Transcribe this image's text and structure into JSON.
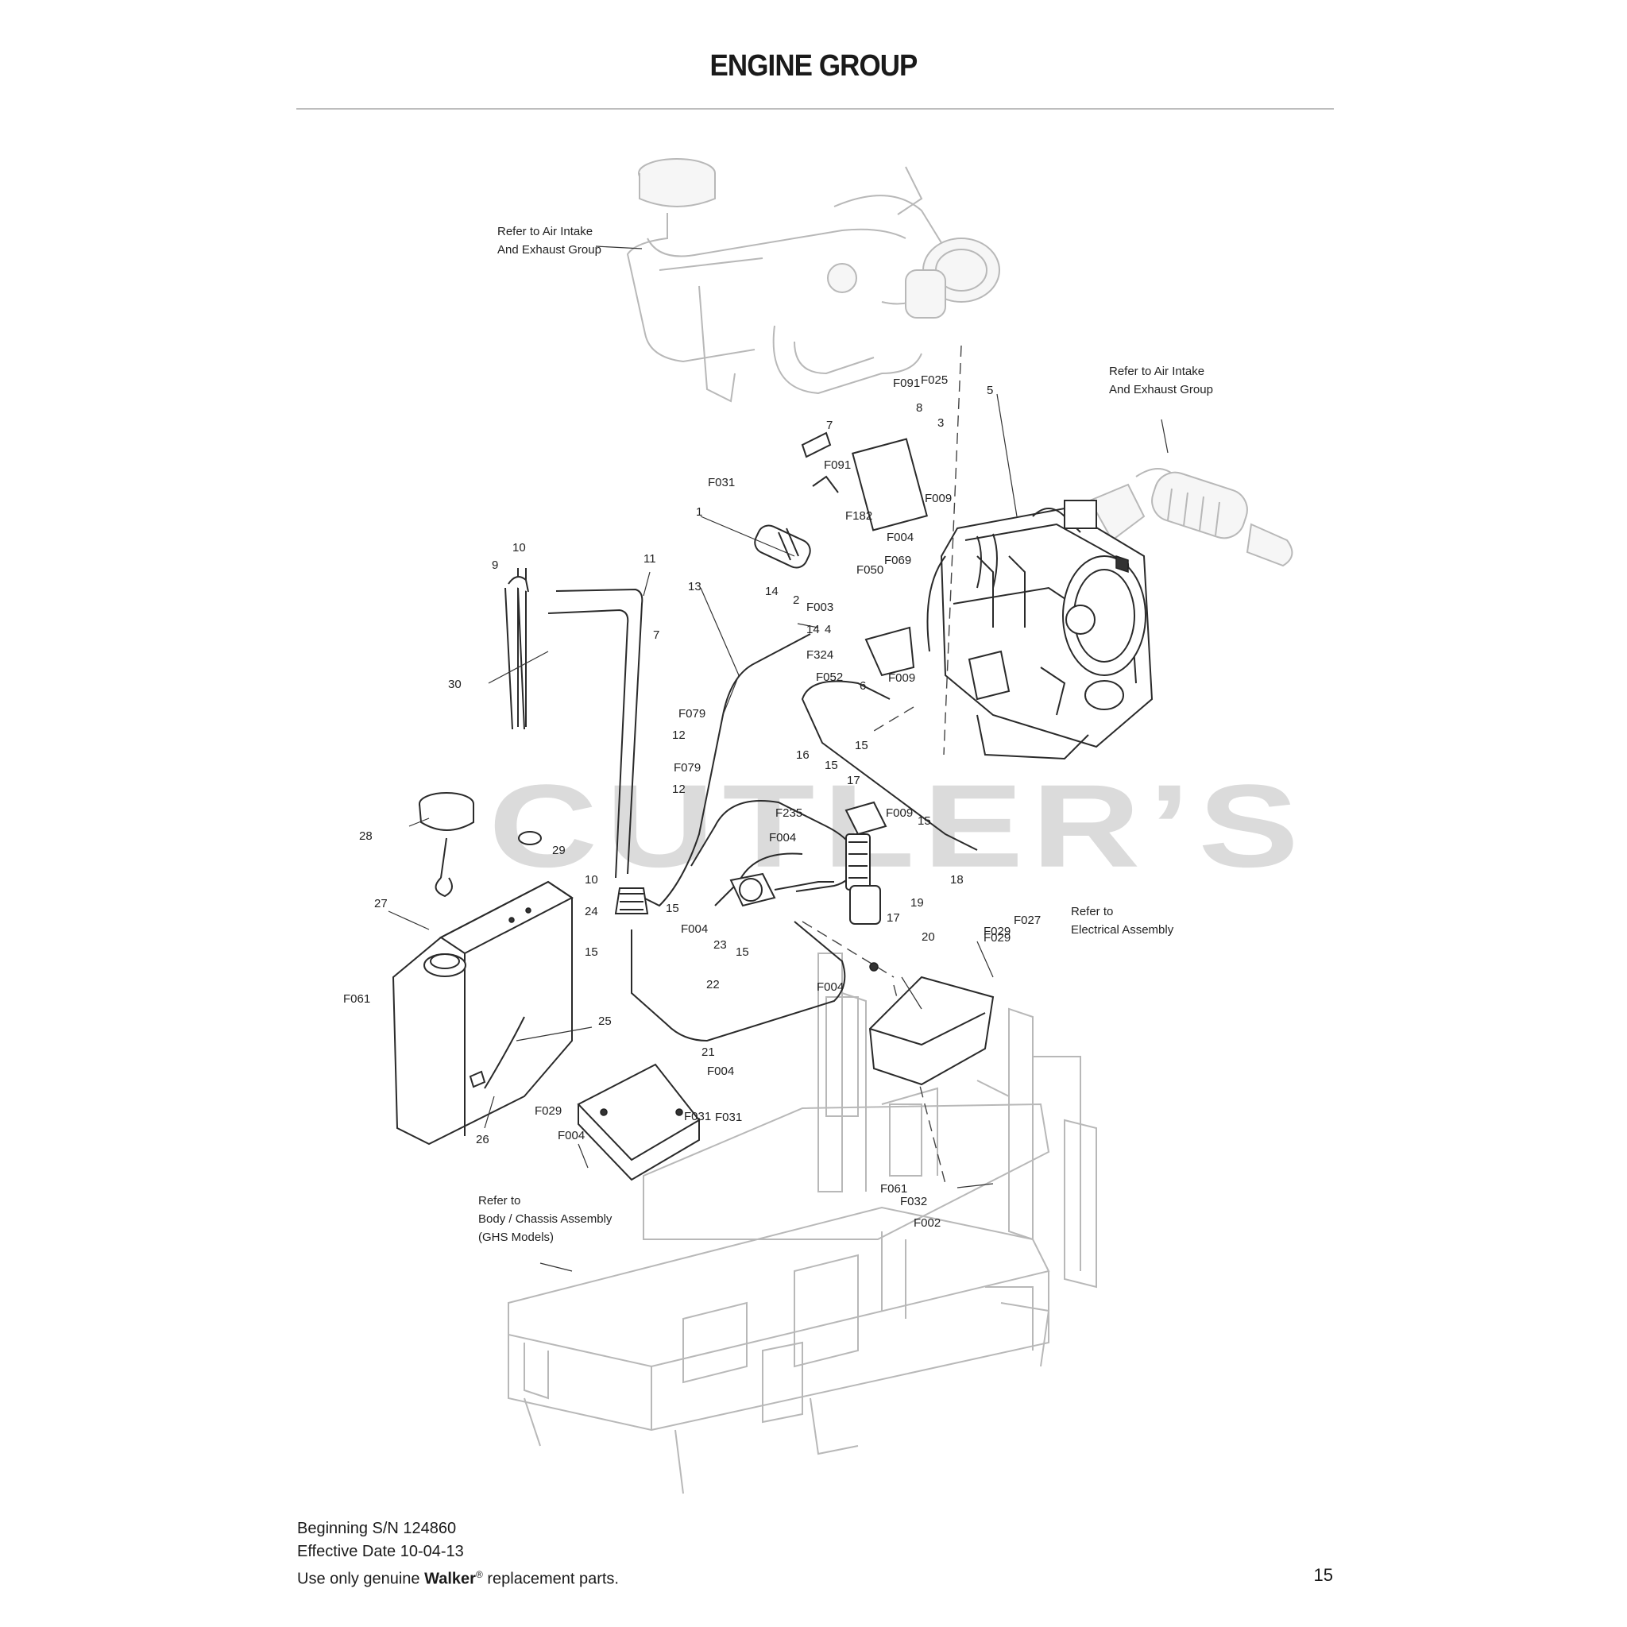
{
  "page": {
    "title": "ENGINE GROUP",
    "watermark": "CUTLER’S",
    "footer": {
      "line1": "Beginning S/N 124860",
      "line2": "Effective Date 10-04-13",
      "line3_prefix": "Use only genuine ",
      "line3_brand": "Walker",
      "line3_reg": "®",
      "line3_suffix": " replacement parts."
    },
    "page_number": "15"
  },
  "notes": {
    "air_intake_left": [
      "Refer to Air Intake",
      "And Exhaust Group"
    ],
    "air_intake_right": [
      "Refer to Air Intake",
      "And Exhaust Group"
    ],
    "electrical": [
      "Refer to",
      "Electrical Assembly"
    ],
    "chassis": [
      "Refer to",
      "Body / Chassis Assembly",
      "(GHS Models)"
    ]
  },
  "callouts": [
    "F091",
    "F025",
    "5",
    "7",
    "8",
    "3",
    "F091",
    "F009",
    "F031",
    "F182",
    "1",
    "F004",
    "10",
    "11",
    "9",
    "F050",
    "F069",
    "13",
    "14",
    "2",
    "F003",
    "7",
    "14",
    "4",
    "30",
    "F324",
    "F052",
    "6",
    "F009",
    "F079",
    "12",
    "15",
    "F079",
    "12",
    "16",
    "15",
    "17",
    "28",
    "F009",
    "F235",
    "15",
    "29",
    "F004",
    "10",
    "18",
    "24",
    "15",
    "19",
    "27",
    "F004",
    "23",
    "17",
    "15",
    "F029",
    "F027",
    "15",
    "20",
    "F029",
    "F004",
    "22",
    "F061",
    "25",
    "21",
    "F004",
    "F029",
    "F031",
    "F004",
    "26",
    "F031",
    "F061",
    "F032",
    "F002"
  ]
}
